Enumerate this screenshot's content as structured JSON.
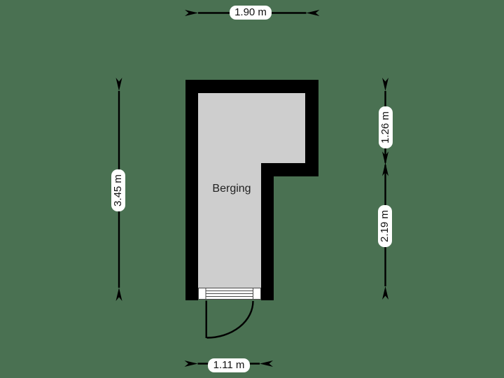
{
  "floorplan": {
    "room": {
      "label": "Berging"
    },
    "dimensions": {
      "top": {
        "label": "1.90 m"
      },
      "left": {
        "label": "3.45 m"
      },
      "right_upper": {
        "label": "1.26 m"
      },
      "right_lower": {
        "label": "2.19 m"
      },
      "bottom": {
        "label": "1.11 m"
      }
    },
    "colors": {
      "background": "#4a7152",
      "wall": "#000000",
      "floor": "#cecece",
      "dimension_label_background": "#ffffff",
      "dimension_text": "#111111",
      "room_text": "#222222"
    }
  }
}
